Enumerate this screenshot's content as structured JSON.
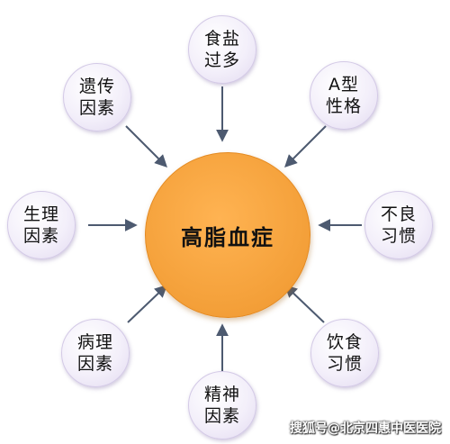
{
  "center": {
    "label": "高脂血症"
  },
  "factors": [
    {
      "line1": "食盐",
      "line2": "过多"
    },
    {
      "line1": "A型",
      "line2": "性格"
    },
    {
      "line1": "不良",
      "line2": "习惯"
    },
    {
      "line1": "饮食",
      "line2": "习惯"
    },
    {
      "line1": "精神",
      "line2": "因素"
    },
    {
      "line1": "病理",
      "line2": "因素"
    },
    {
      "line1": "生理",
      "line2": "因素"
    },
    {
      "line1": "遗传",
      "line2": "因素"
    }
  ],
  "watermark": "搜狐号@北京四惠中医医院",
  "colors": {
    "center_fill": "#f5a23c",
    "node_fill": "#f3effa",
    "arrow": "#4d5a70"
  }
}
